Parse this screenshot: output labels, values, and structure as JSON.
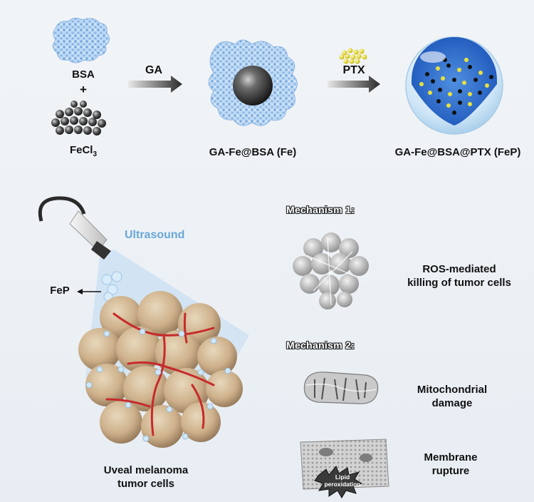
{
  "synthesis": {
    "bsa_label": "BSA",
    "plus": "+",
    "fecl3_label": "FeCl",
    "fecl3_sub": "3",
    "arrow1_label": "GA",
    "fe_label": "GA-Fe@BSA (Fe)",
    "arrow2_label": "PTX",
    "fep_label": "GA-Fe@BSA@PTX (FeP)"
  },
  "treatment": {
    "ultrasound_label": "Ultrasound",
    "fep_label": "FeP",
    "tumor_label_line1": "Uveal melanoma",
    "tumor_label_line2": "tumor cells"
  },
  "mechanisms": {
    "m1_title": "Mechanism 1:",
    "m1_desc_line1": "ROS-mediated",
    "m1_desc_line2": "killing of tumor cells",
    "m2_title": "Mechanism 2:",
    "m2a_desc_line1": "Mitochondrial",
    "m2a_desc_line2": "damage",
    "m2b_desc_line1": "Membrane",
    "m2b_desc_line2": "rupture",
    "lipid_line1": "Lipid",
    "lipid_line2": "peroxidation"
  }
}
